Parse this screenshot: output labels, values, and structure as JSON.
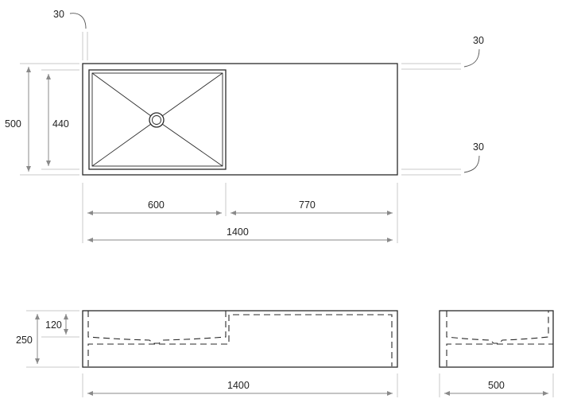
{
  "top_view": {
    "thickness_top_label": "30",
    "thickness_right_top_label": "30",
    "thickness_right_bottom_label": "30",
    "depth_label": "500",
    "basin_depth_label": "440",
    "basin_width_label": "600",
    "shelf_width_label": "770",
    "total_width_label": "1400"
  },
  "front_view": {
    "height_label": "250",
    "basin_height_label": "120",
    "total_width_label": "1400"
  },
  "side_view": {
    "depth_label": "500"
  }
}
